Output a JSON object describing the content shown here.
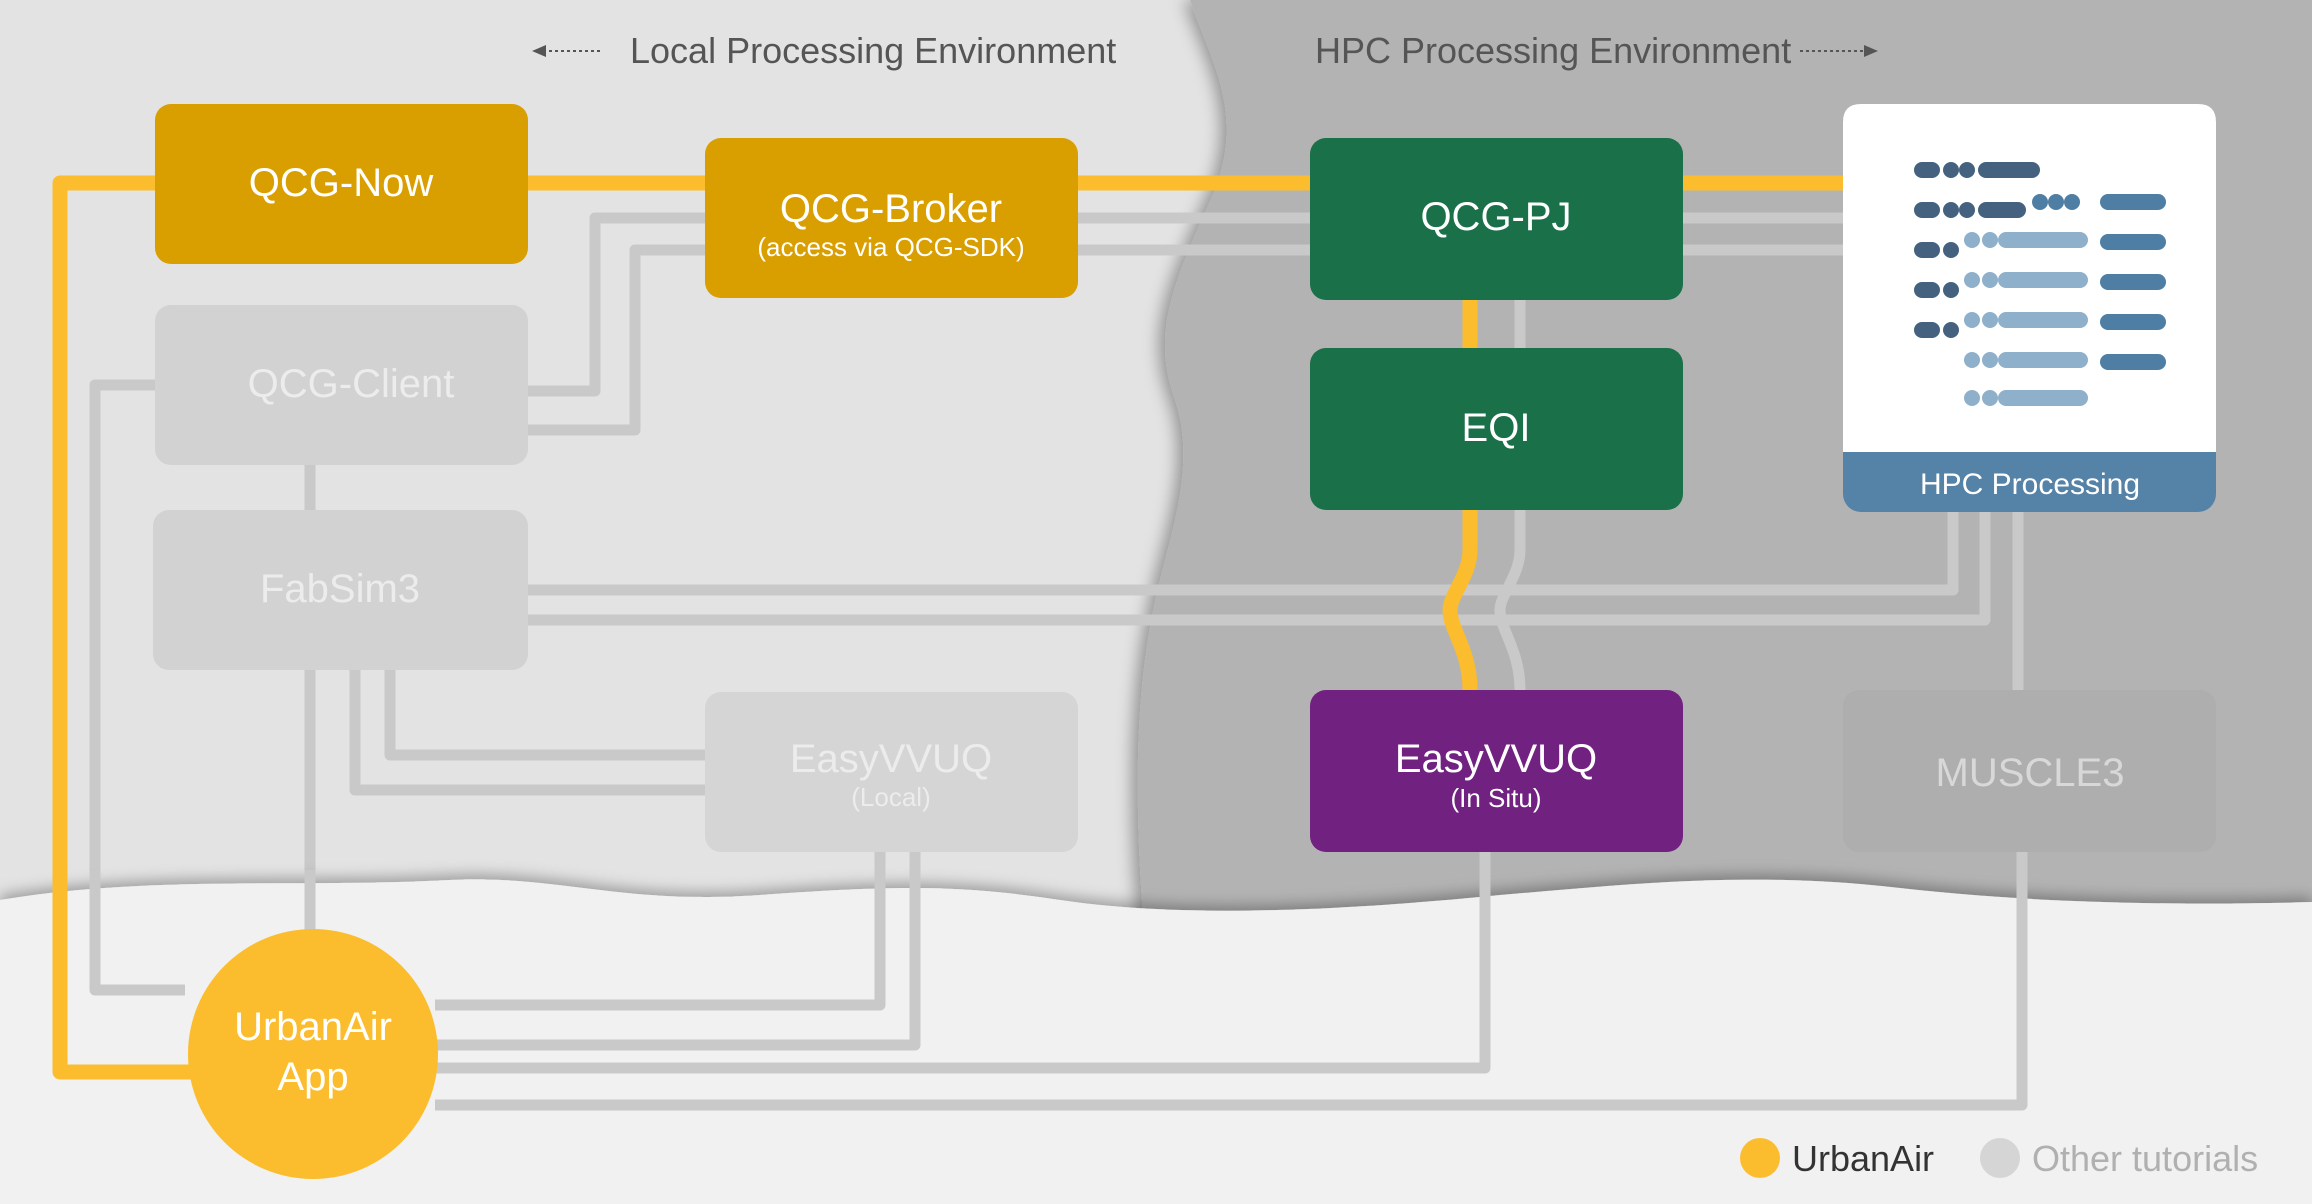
{
  "environments": {
    "local": "Local Processing Environment",
    "hpc": "HPC Processing Environment"
  },
  "nodes": {
    "qcg_now": {
      "label": "QCG-Now"
    },
    "qcg_client": {
      "label": "QCG-Client"
    },
    "fabsim3": {
      "label": "FabSim3"
    },
    "qcg_broker": {
      "label": "QCG-Broker",
      "sublabel": "(access via QCG-SDK)"
    },
    "easyvvuq_local": {
      "label": "EasyVVUQ",
      "sublabel": "(Local)"
    },
    "qcg_pj": {
      "label": "QCG-PJ"
    },
    "eqi": {
      "label": "EQI"
    },
    "easyvvuq_insitu": {
      "label": "EasyVVUQ",
      "sublabel": "(In Situ)"
    },
    "hpc_processing": {
      "label": "HPC Processing"
    },
    "muscle3": {
      "label": "MUSCLE3"
    },
    "urbanair_app": {
      "line1": "UrbanAir",
      "line2": "App"
    }
  },
  "legend": {
    "urbanair": "UrbanAir",
    "other": "Other tutorials"
  },
  "colors": {
    "urbanair_path": "#fbbd2e",
    "other_path": "#c9c9c9",
    "qcg_orange": "#d99e00",
    "hpc_green": "#1a7048",
    "easyvvuq_purple": "#712180",
    "hpc_blue": "#5582a7",
    "inactive_box": "#d2d2d2",
    "inactive_text": "#ececec"
  }
}
